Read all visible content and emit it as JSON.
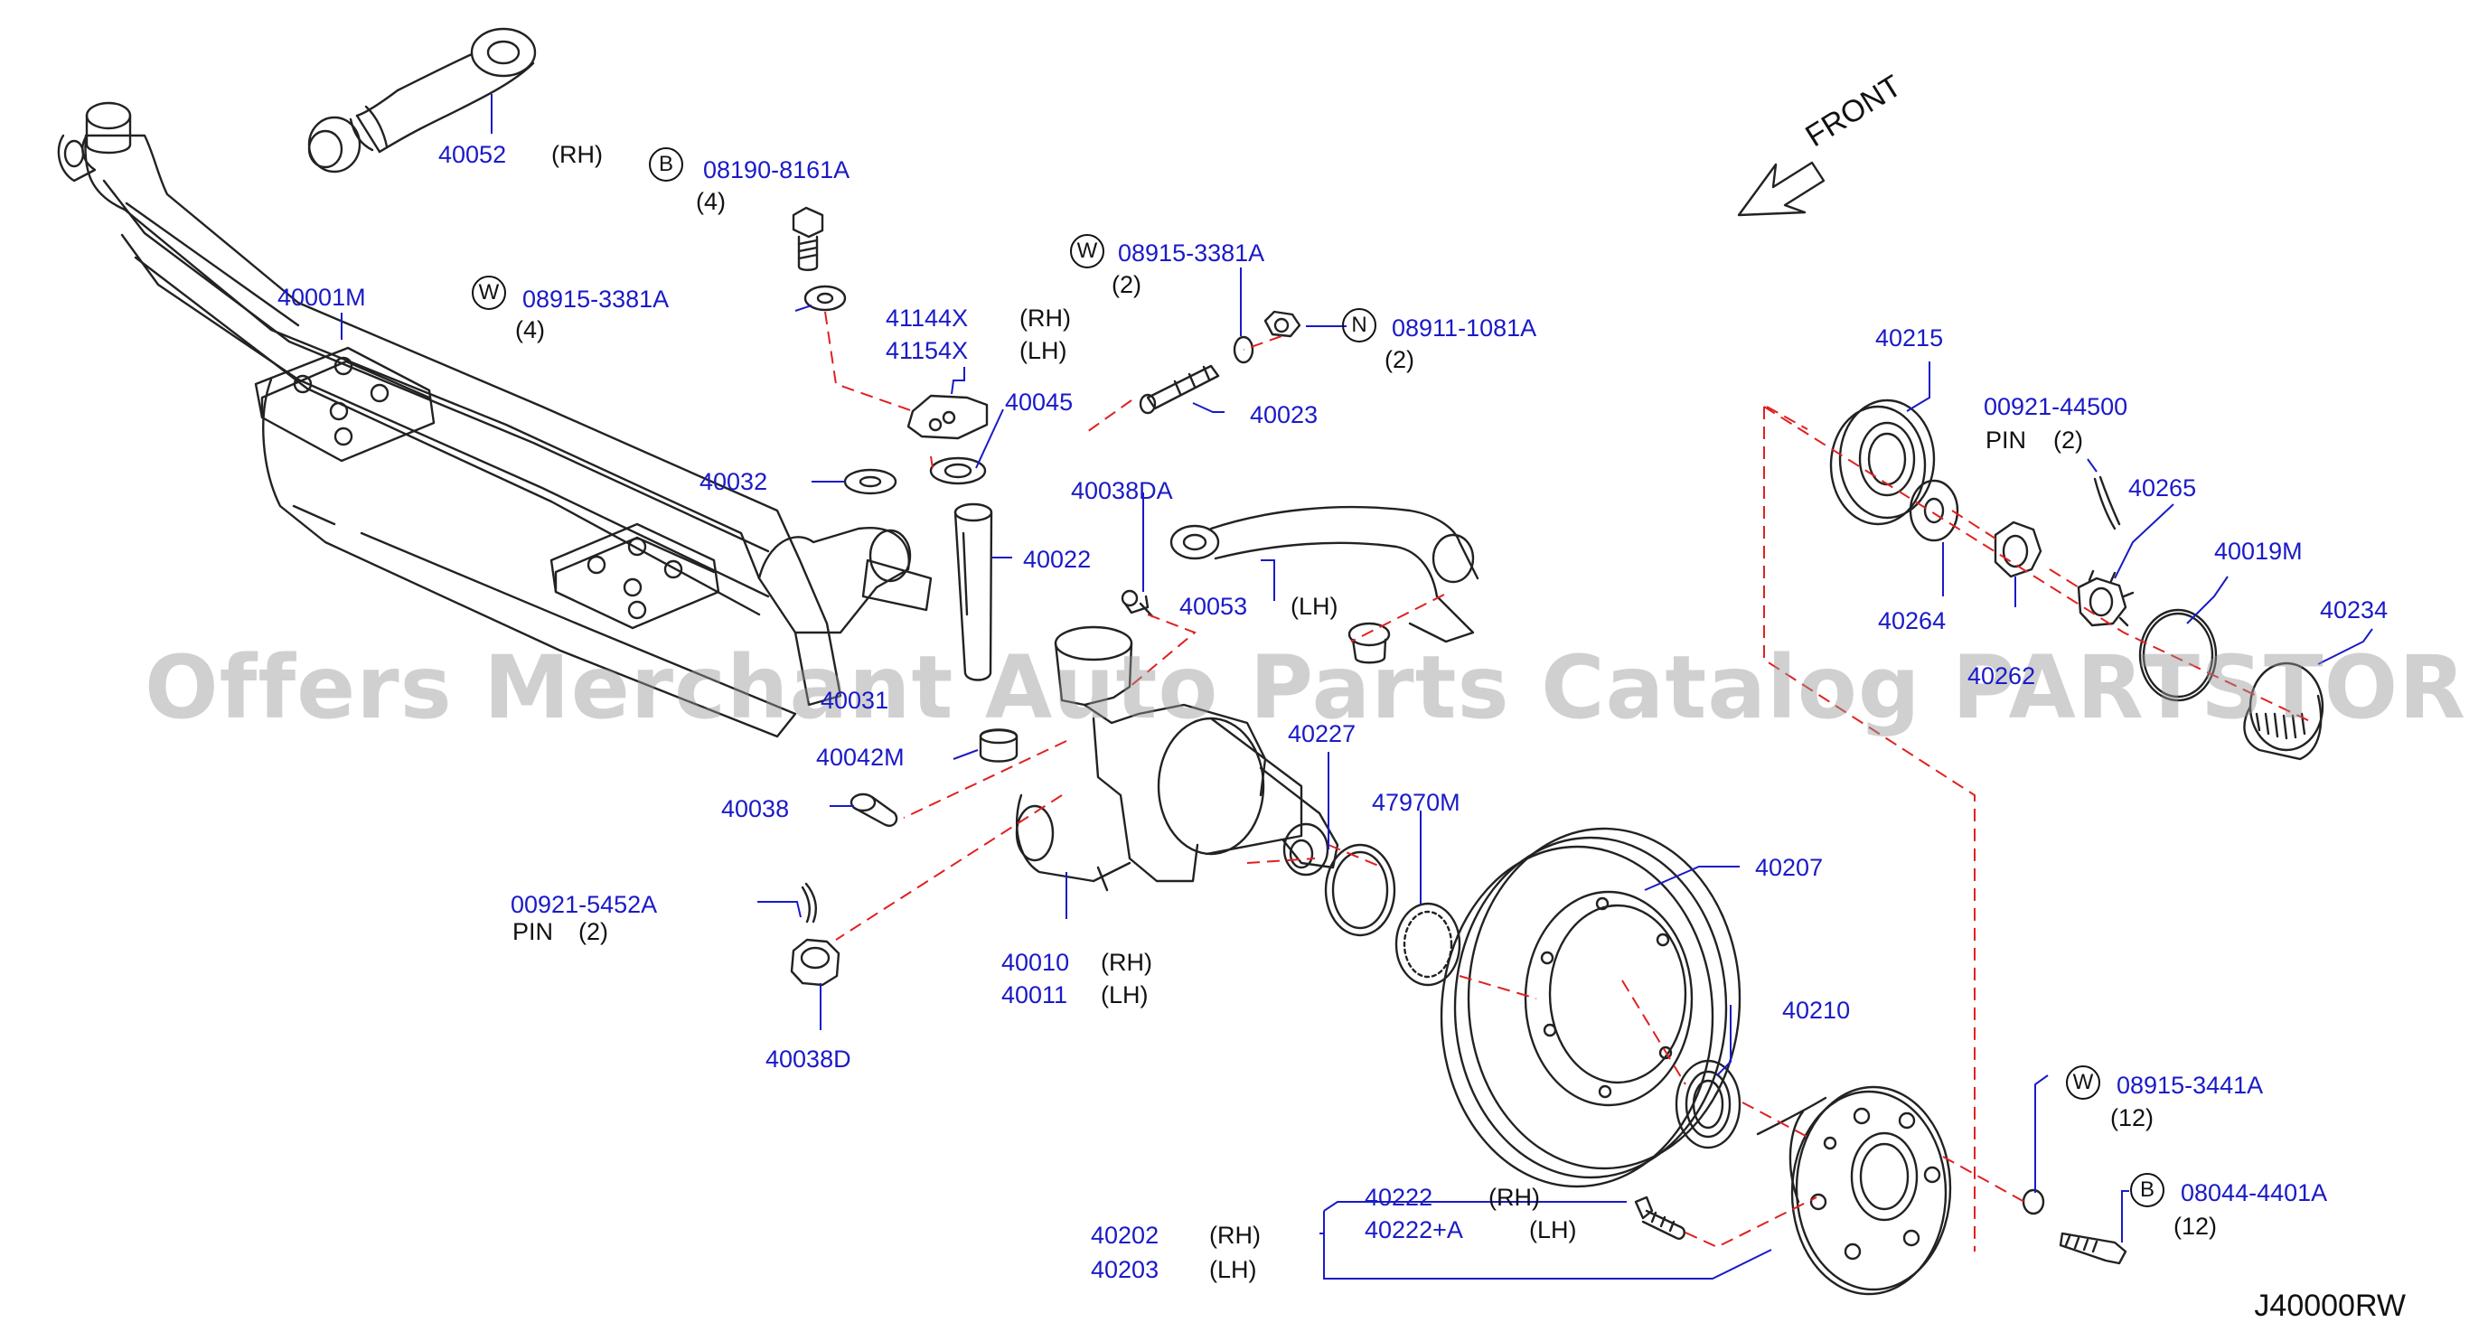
{
  "diagram": {
    "code": "J40000RW",
    "front_label": "FRONT",
    "watermark": "Offers Merchant Auto Parts Catalog PARTSTORE.SA",
    "symbols": {
      "B": "B",
      "W": "W",
      "N": "N"
    },
    "labels": {
      "p40052": "40052",
      "p40052_side": "(RH)",
      "p08190": "08190-8161A",
      "p08190_qty": "(4)",
      "p40001M": "40001M",
      "p08915a": "08915-3381A",
      "p08915a_qty": "(4)",
      "p08915b": "08915-3381A",
      "p08915b_qty": "(2)",
      "p08911": "08911-1081A",
      "p08911_qty": "(2)",
      "p41144X": "41144X",
      "p41144X_side": "(RH)",
      "p41154X": "41154X",
      "p41154X_side": "(LH)",
      "p40045": "40045",
      "p40023": "40023",
      "p40032": "40032",
      "p40038DA": "40038DA",
      "p40022": "40022",
      "p40053": "40053",
      "p40053_side": "(LH)",
      "p40031": "40031",
      "p40227": "40227",
      "p40042M": "40042M",
      "p47970M": "47970M",
      "p40038": "40038",
      "p00921_5452A": "00921-5452A",
      "pin1": "PIN",
      "pin1_qty": "(2)",
      "p40010": "40010",
      "p40010_side": "(RH)",
      "p40011": "40011",
      "p40011_side": "(LH)",
      "p40038D": "40038D",
      "p40207": "40207",
      "p40210": "40210",
      "p40215": "40215",
      "p00921_44500": "00921-44500",
      "pin2": "PIN",
      "pin2_qty": "(2)",
      "p40265": "40265",
      "p40019M": "40019M",
      "p40234": "40234",
      "p40264": "40264",
      "p40262": "40262",
      "p08915_3441A": "08915-3441A",
      "p08915_3441A_qty": "(12)",
      "p08044": "08044-4401A",
      "p08044_qty": "(12)",
      "p40222": "40222",
      "p40222_side": "(RH)",
      "p40222A": "40222+A",
      "p40222A_side": "(LH)",
      "p40202": "40202",
      "p40202_side": "(RH)",
      "p40203": "40203",
      "p40203_side": "(LH)"
    },
    "colors": {
      "part_number": "#1a1ac8",
      "text": "#111111",
      "leader": "#1a1ac8",
      "phantom": "#e02020",
      "line": "#222222"
    }
  }
}
